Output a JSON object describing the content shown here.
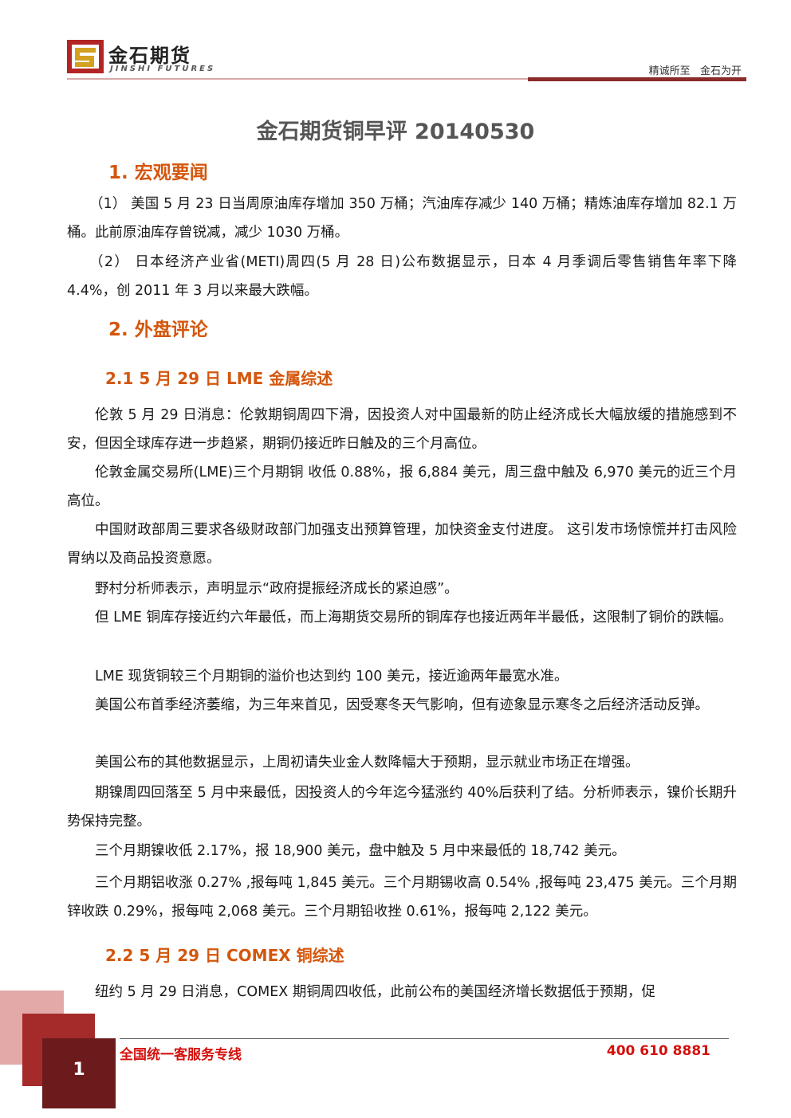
{
  "header": {
    "logo_cn": "金石期货",
    "logo_en": "JINSHI FUTURES",
    "slogan": "精诚所至   金石为开"
  },
  "title": "金石期货铜早评 20140530",
  "sections": [
    {
      "heading": "1.  宏观要闻"
    },
    {
      "heading": "2.  外盘评论"
    }
  ],
  "subsections": [
    {
      "heading": "2.1  5 月 29 日 LME 金属综述"
    },
    {
      "heading": "2.2 5 月 29 日 COMEX 铜综述"
    }
  ],
  "macro_news": [
    "（1） 美国 5 月 23 日当周原油库存增加 350 万桶；汽油库存减少 140 万桶；精炼油库存增加 82.1 万桶。此前原油库存曾锐减，减少 1030 万桶。",
    "（2） 日本经济产业省(METI)周四(5 月 28 日)公布数据显示，日本 4 月季调后零售销售年率下降 4.4%，创 2011 年 3 月以来最大跌幅。"
  ],
  "lme_review": [
    "伦敦 5 月 29 日消息：伦敦期铜周四下滑，因投资人对中国最新的防止经济成长大幅放缓的措施感到不安，但因全球库存进一步趋紧，期铜仍接近昨日触及的三个月高位。",
    "伦敦金属交易所(LME)三个月期铜 收低 0.88%，报 6,884 美元，周三盘中触及 6,970 美元的近三个月高位。",
    "中国财政部周三要求各级财政部门加强支出预算管理，加快资金支付进度。 这引发市场惊慌并打击风险胃纳以及商品投资意愿。",
    "野村分析师表示，声明显示“政府提振经济成长的紧迫感”。",
    "但 LME 铜库存接近约六年最低，而上海期货交易所的铜库存也接近两年半最低，这限制了铜价的跌幅。",
    "LME 现货铜较三个月期铜的溢价也达到约 100 美元，接近逾两年最宽水准。",
    "美国公布首季经济萎缩，为三年来首见，因受寒冬天气影响，但有迹象显示寒冬之后经济活动反弹。",
    "美国公布的其他数据显示，上周初请失业金人数降幅大于预期，显示就业市场正在增强。",
    "期镍周四回落至 5 月中来最低，因投资人的今年迄今猛涨约 40%后获利了结。分析师表示，镍价长期升势保持完整。",
    "三个月期镍收低 2.17%，报 18,900 美元，盘中触及 5 月中来最低的 18,742 美元。",
    "三个月期铝收涨 0.27% ,报每吨 1,845 美元。三个月期锡收高 0.54% ,报每吨 23,475 美元。三个月期锌收跌 0.29%，报每吨 2,068 美元。三个月期铅收挫 0.61%，报每吨 2,122 美元。"
  ],
  "comex_review": [
    "纽约 5 月 29 日消息，COMEX 期铜周四收低，此前公布的美国经济增长数据低于预期，促"
  ],
  "footer": {
    "page_number": "1",
    "service_label": "全国统一客服务专线",
    "hotline": "400 610 8881"
  },
  "colors": {
    "heading_orange": "#d4560c",
    "brand_dark_red": "#6b1b1b",
    "footer_red": "#d4100c"
  }
}
